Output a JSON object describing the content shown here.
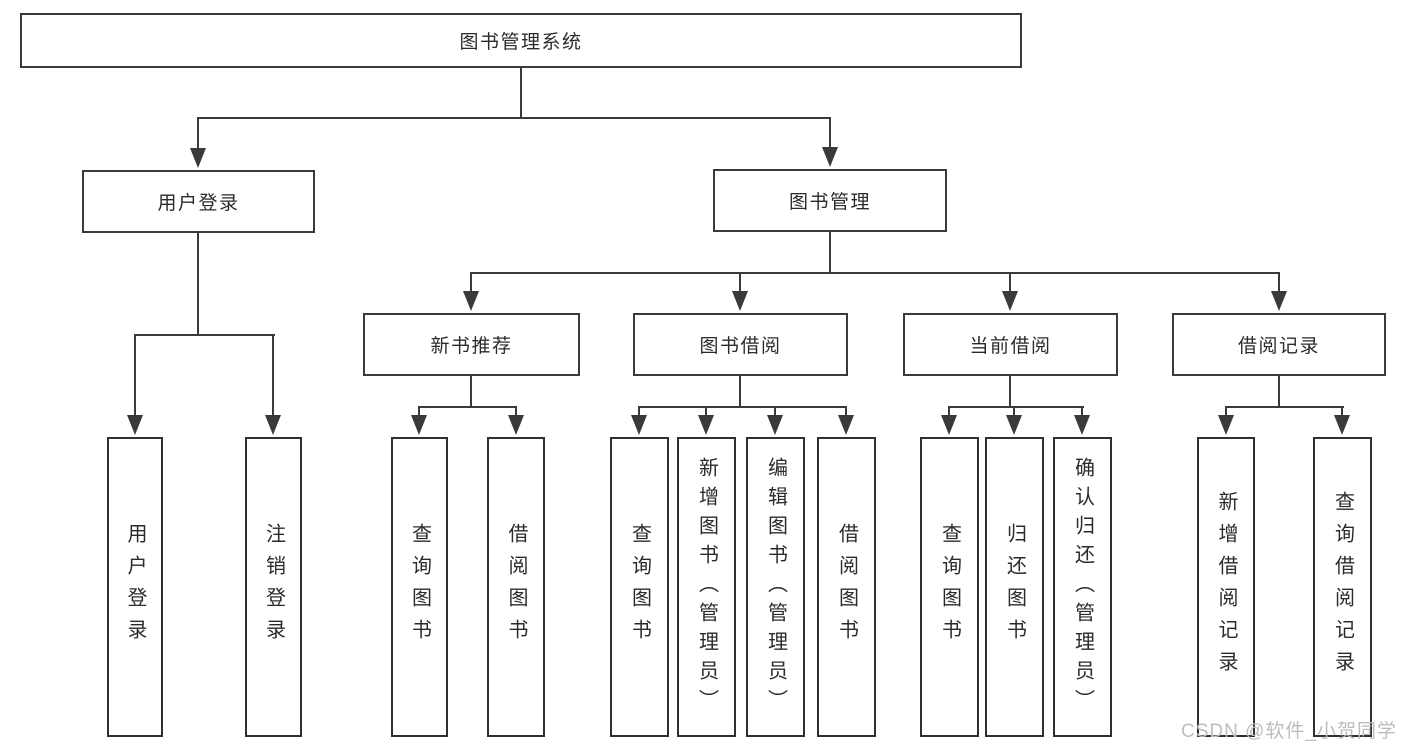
{
  "colors": {
    "line": "#3a3a3a",
    "text": "#2b2b2b",
    "watermark": "#bdbdbd",
    "background": "#ffffff"
  },
  "diagram": {
    "root": {
      "label": "图书管理系统"
    },
    "level2": [
      {
        "label": "用户登录"
      },
      {
        "label": "图书管理"
      }
    ],
    "level3": [
      {
        "label": "新书推荐"
      },
      {
        "label": "图书借阅"
      },
      {
        "label": "当前借阅"
      },
      {
        "label": "借阅记录"
      }
    ],
    "level4": [
      {
        "label": "用户登录"
      },
      {
        "label": "注销登录"
      },
      {
        "label": "查询图书"
      },
      {
        "label": "借阅图书"
      },
      {
        "label": "查询图书"
      },
      {
        "label": "新增图书（管理员）"
      },
      {
        "label": "编辑图书（管理员）"
      },
      {
        "label": "借阅图书"
      },
      {
        "label": "查询图书"
      },
      {
        "label": "归还图书"
      },
      {
        "label": "确认归还（管理员）"
      },
      {
        "label": "新增借阅记录"
      },
      {
        "label": "查询借阅记录"
      }
    ]
  },
  "watermark": {
    "text": "CSDN @软件_小贺同学"
  }
}
